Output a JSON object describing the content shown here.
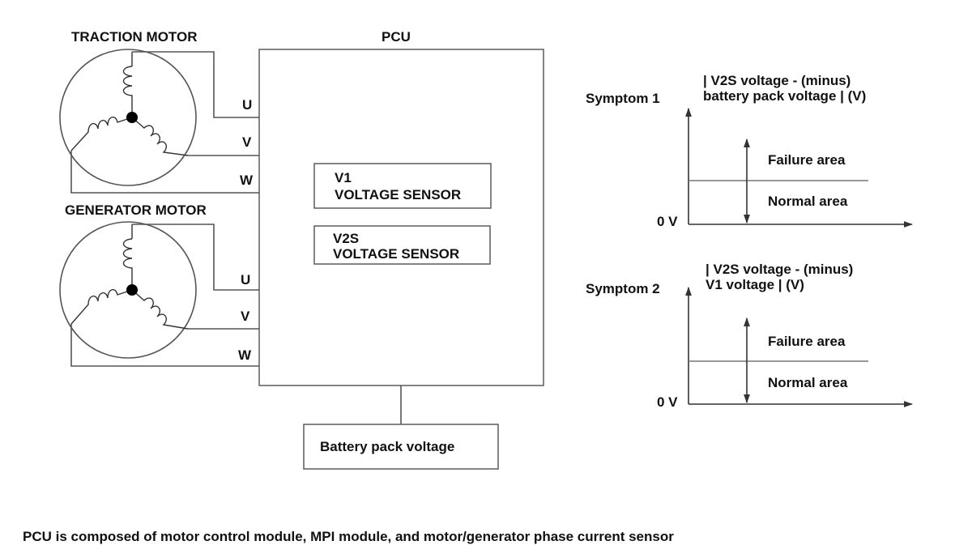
{
  "motors": {
    "traction": {
      "title": "TRACTION MOTOR"
    },
    "generator": {
      "title": "GENERATOR MOTOR"
    }
  },
  "pcu": {
    "title": "PCU",
    "traction_terminals": [
      "U",
      "V",
      "W"
    ],
    "generator_terminals": [
      "U",
      "V",
      "W"
    ],
    "v1_sensor": {
      "line1": "V1",
      "line2": "VOLTAGE SENSOR"
    },
    "v2s_sensor": {
      "line1": "V2S",
      "line2": "VOLTAGE SENSOR"
    }
  },
  "battery": {
    "label": "Battery pack voltage"
  },
  "symptom1": {
    "label": "Symptom 1",
    "title_line1": "| V2S voltage - (minus)",
    "title_line2": "battery pack voltage | (V)",
    "zero_label": "0 V",
    "upper_area": "Failure area",
    "lower_area": "Normal area"
  },
  "symptom2": {
    "label": "Symptom 2",
    "title_line1": "| V2S voltage - (minus)",
    "title_line2": "V1 voltage | (V)",
    "zero_label": "0 V",
    "upper_area": "Failure area",
    "lower_area": "Normal area"
  },
  "footer": {
    "note": "PCU is composed of motor control module, MPI module, and motor/generator phase current sensor"
  }
}
